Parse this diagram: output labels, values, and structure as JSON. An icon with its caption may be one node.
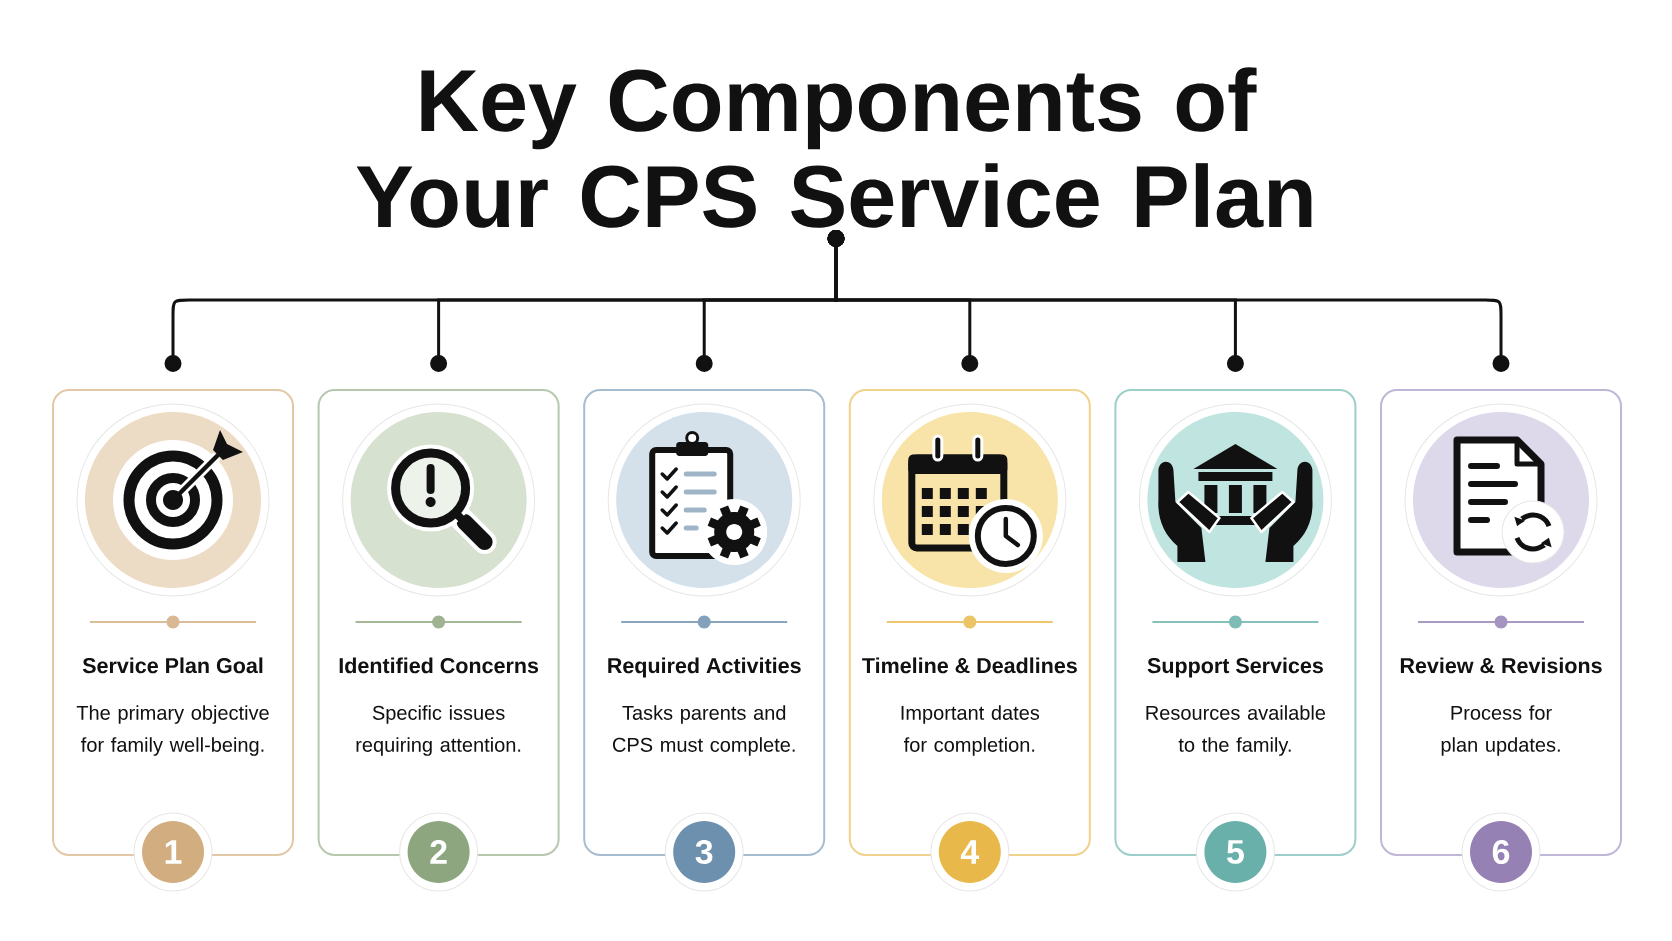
{
  "diagram": {
    "nodes": [
      {
        "text": [
          "Key Components of Your CPS Service Plan"
        ]
      },
      {
        "text": [
          "Service Plan Goal",
          "The primary objective for family well-being."
        ]
      },
      {
        "text": [
          "Identified Concerns",
          "Specific issues requiring attention."
        ]
      },
      {
        "text": [
          "Required Activities",
          "Tasks parents and CPS must complete."
        ]
      },
      {
        "text": [
          "Timeline & Deadlines",
          "Important dates for completion."
        ]
      },
      {
        "text": [
          "Support Services",
          "Resources available to the family."
        ]
      },
      {
        "text": [
          "Review & Revisions",
          "Process for plan updates."
        ]
      },
      {
        "text": [
          "1"
        ]
      },
      {
        "text": [
          "2"
        ]
      },
      {
        "text": [
          "3"
        ]
      },
      {
        "text": [
          "4"
        ]
      },
      {
        "text": [
          "5"
        ]
      },
      {
        "text": [
          "6"
        ]
      }
    ],
    "edges": [
      {
        "from": 0,
        "to": 1,
        "arrow": "other"
      },
      {
        "from": 0,
        "to": 2,
        "arrow": "other"
      },
      {
        "from": 0,
        "to": 3,
        "arrow": "other"
      },
      {
        "from": 0,
        "to": 4,
        "arrow": "other"
      },
      {
        "from": 0,
        "to": 5,
        "arrow": "other"
      },
      {
        "from": 0,
        "to": 6,
        "arrow": "other"
      }
    ]
  }
}
